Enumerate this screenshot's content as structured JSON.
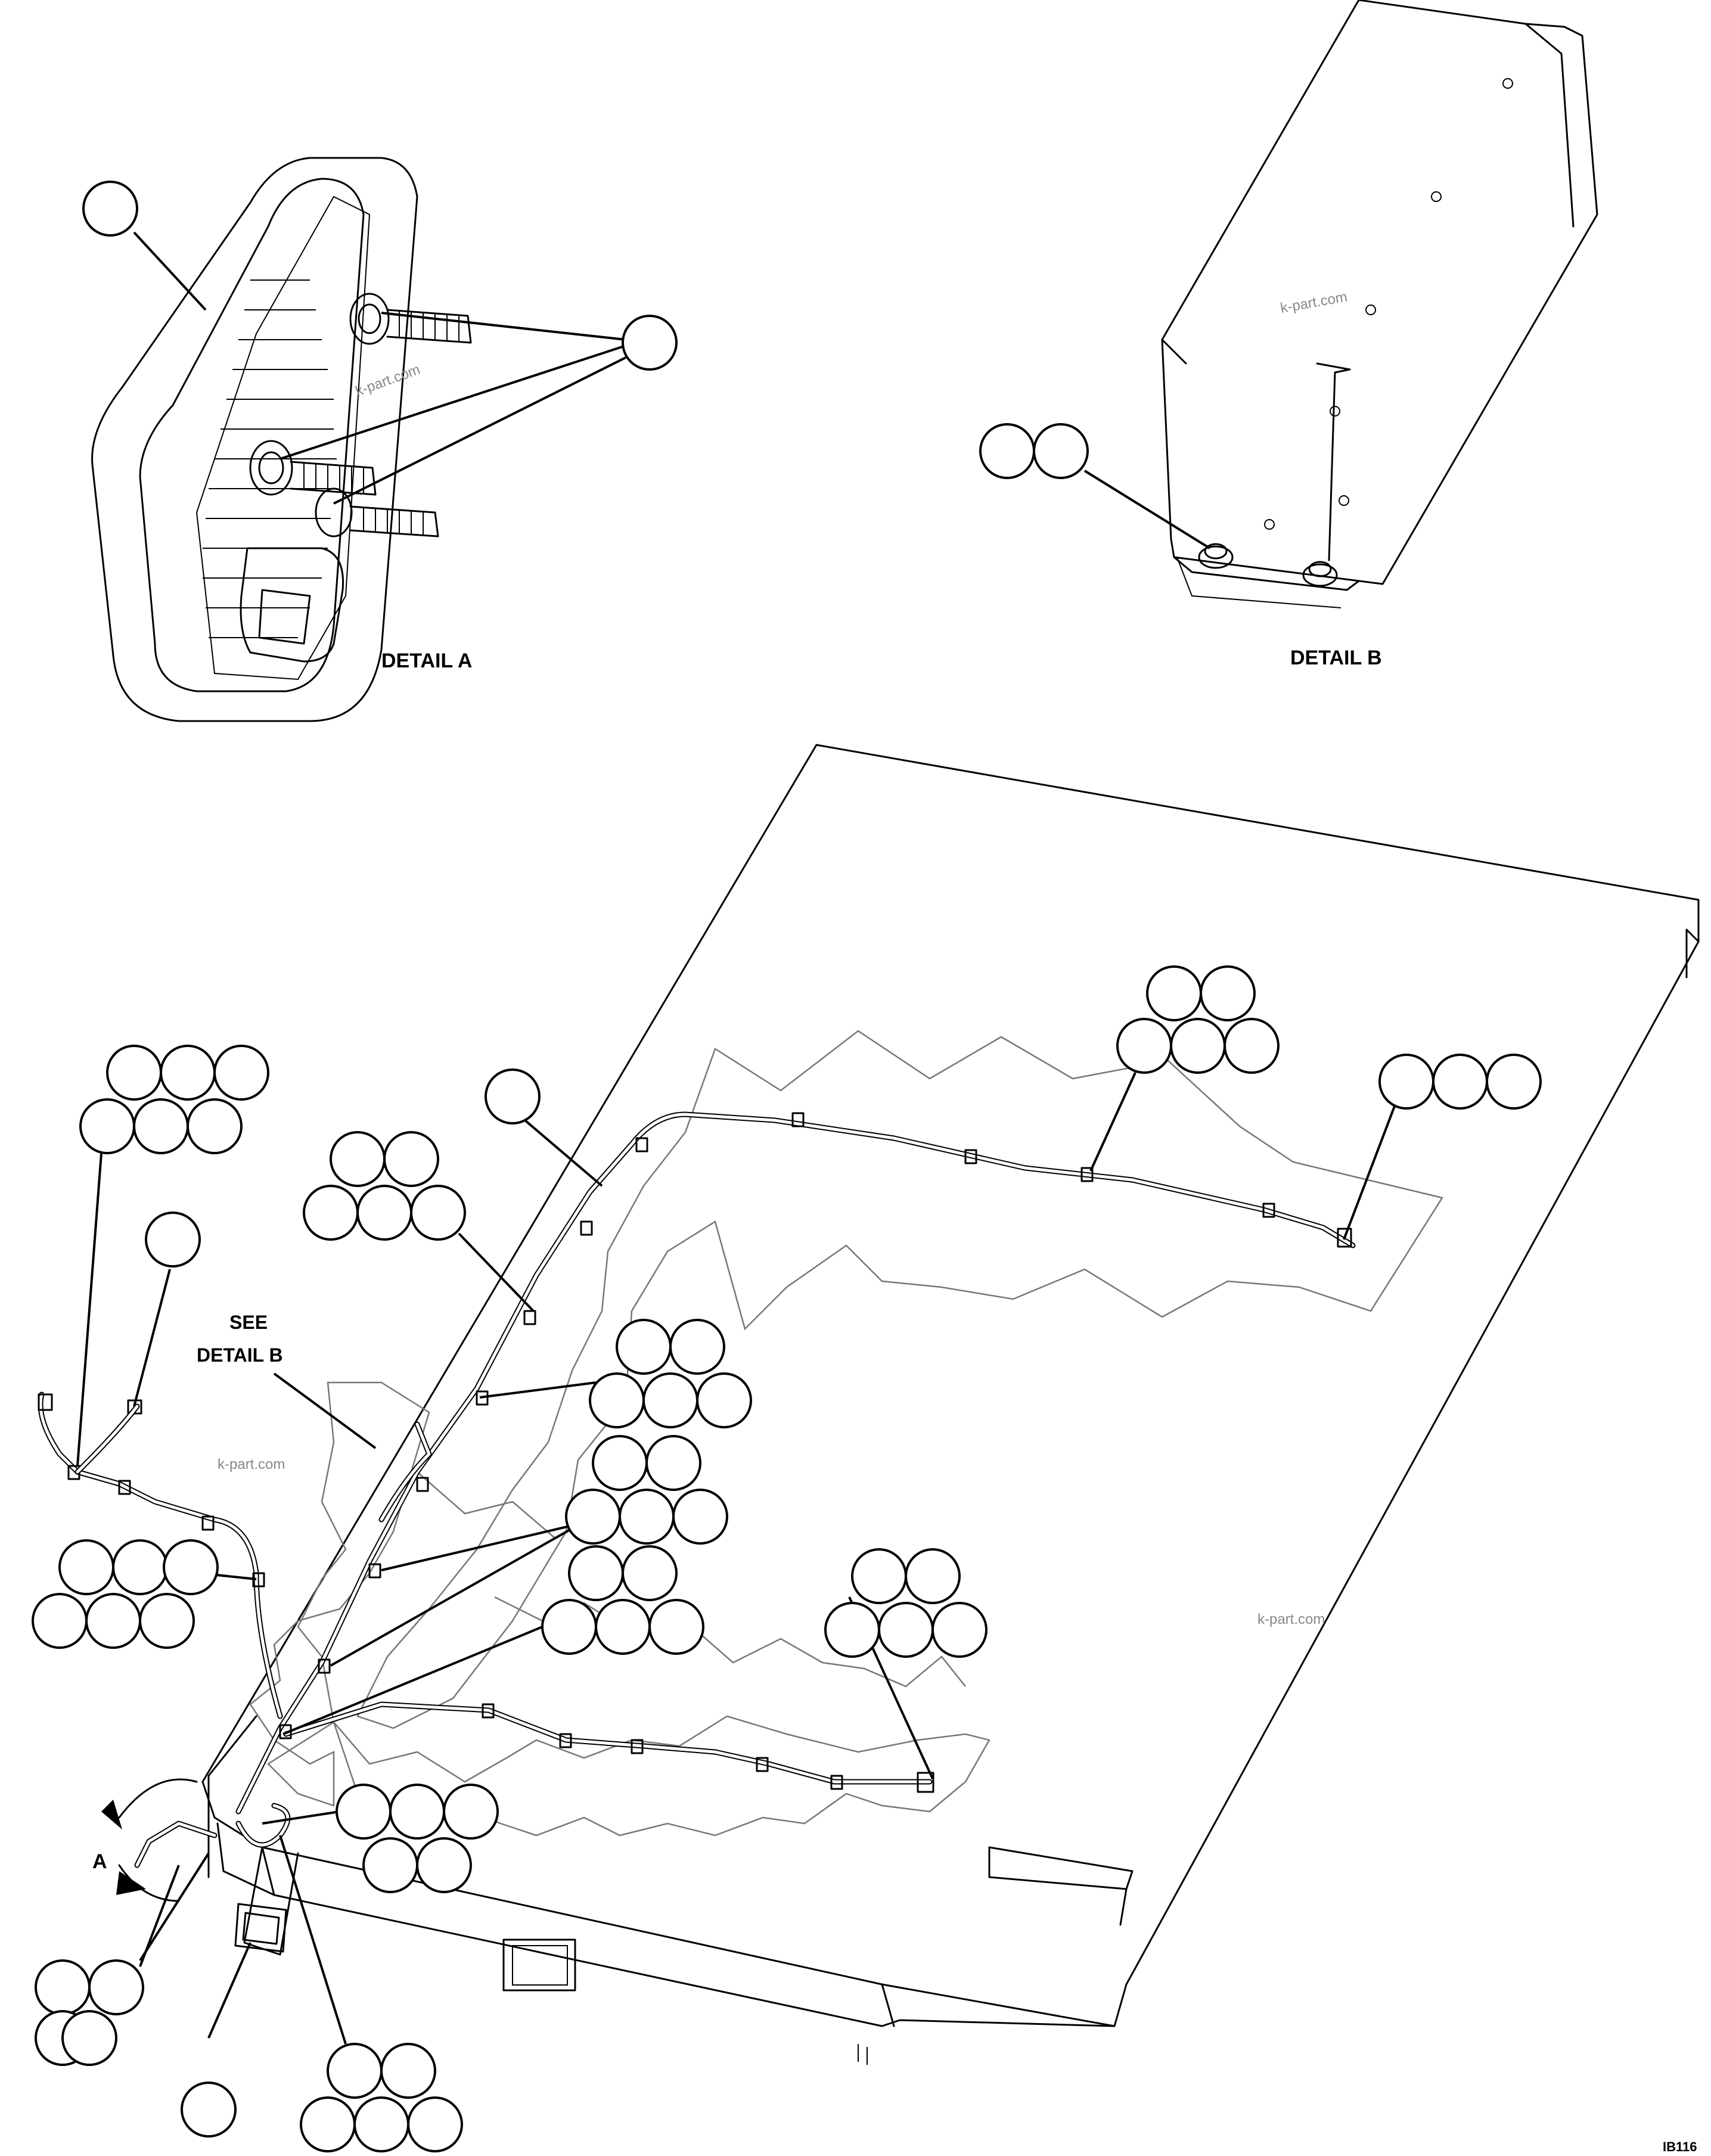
{
  "labels": {
    "detail_a": "DETAIL A",
    "detail_b": "DETAIL B",
    "see_detail_b_line1": "SEE",
    "see_detail_b_line2": "DETAIL B",
    "view_arrow": "A",
    "drawing_number": "IB116"
  },
  "watermark": "k-part.com",
  "callout_groups": [
    {
      "name": "detail-a-housing-callout",
      "count": 1
    },
    {
      "name": "detail-a-stud-nut-callout",
      "count": 1
    },
    {
      "name": "detail-b-bolt-callout",
      "count": 2
    },
    {
      "name": "rear-harness-clip-callout",
      "count": 5
    },
    {
      "name": "rear-connector-callout",
      "count": 3
    },
    {
      "name": "upper-left-harness-callout",
      "count": 6
    },
    {
      "name": "harness-main-callout",
      "count": 1
    },
    {
      "name": "harness-clip-upper-callout",
      "count": 5
    },
    {
      "name": "upper-left-branch-callout",
      "count": 1
    },
    {
      "name": "harness-tie-a-callout",
      "count": 5
    },
    {
      "name": "harness-tie-b-callout",
      "count": 5
    },
    {
      "name": "harness-tie-c-callout",
      "count": 5
    },
    {
      "name": "left-harness-clip-callout",
      "count": 6
    },
    {
      "name": "front-branch-clip-callout",
      "count": 5
    },
    {
      "name": "lamp-ground-callout",
      "count": 5
    },
    {
      "name": "lamp-mount-callout",
      "count": 4
    },
    {
      "name": "lamp-single-callout",
      "count": 1
    },
    {
      "name": "lower-hardware-callout",
      "count": 5
    }
  ]
}
